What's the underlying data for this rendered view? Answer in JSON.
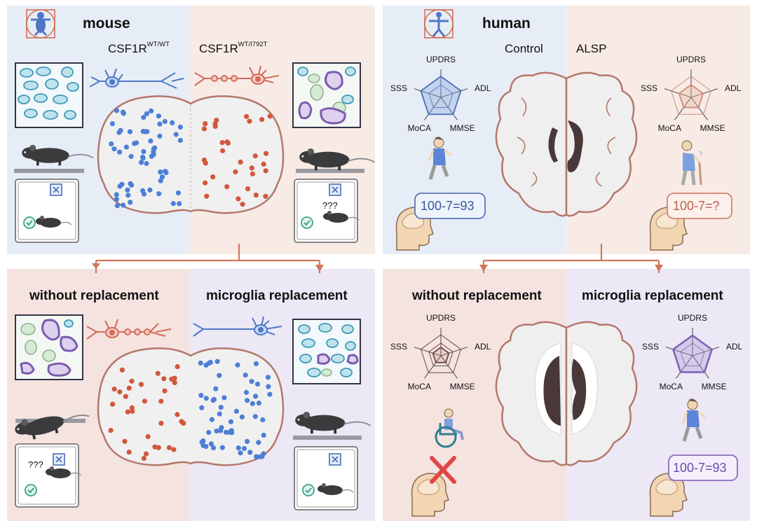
{
  "colors": {
    "mouse_control_bg": "#e7edf6",
    "mouse_mutant_bg": "#f8ebe6",
    "human_control_bg": "#e7edf6",
    "human_alsp_bg": "#f8ebe6",
    "without_bg": "#f5e3e0",
    "replacement_bg": "#ece8f5",
    "blue_dot": "#4d7fd6",
    "red_dot": "#d2573d",
    "arrow": "#d0775a",
    "brain_outline": "#b5776b"
  },
  "mouse": {
    "title": "mouse",
    "genotype_wt": "CSF1R",
    "genotype_wt_sup": "WT/WT",
    "genotype_mut": "CSF1R",
    "genotype_mut_sup": "WT/I792T",
    "maze_unknown": "???"
  },
  "human": {
    "title": "human",
    "control_label": "Control",
    "alsp_label": "ALSP",
    "radar_axes": [
      "UPDRS",
      "ADL",
      "MMSE",
      "MoCA",
      "SSS"
    ],
    "control_math": "100-7=93",
    "alsp_math": "100-7=?"
  },
  "mouse_bottom": {
    "without_title": "without replacement",
    "replacement_title": "microglia replacement",
    "maze_unknown": "???"
  },
  "human_bottom": {
    "without_title": "without replacement",
    "replacement_title": "microglia replacement",
    "radar_axes": [
      "UPDRS",
      "ADL",
      "MMSE",
      "MoCA",
      "SSS"
    ],
    "replacement_math": "100-7=93"
  }
}
